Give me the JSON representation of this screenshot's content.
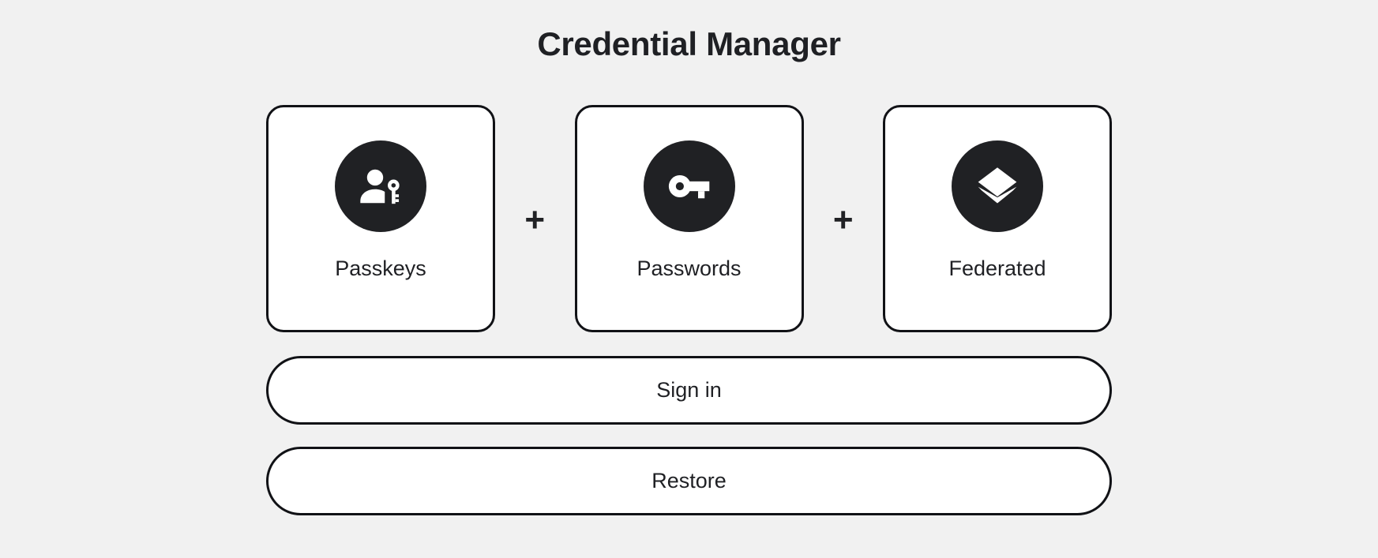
{
  "page": {
    "title": "Credential Manager",
    "background_color": "#f1f1f1",
    "ink_color": "#1f2024",
    "card_fill": "#ffffff",
    "icon_circle_color": "#202124"
  },
  "credential_types": [
    {
      "label": "Passkeys",
      "icon": "person-key-icon"
    },
    {
      "label": "Passwords",
      "icon": "vpn-key-icon"
    },
    {
      "label": "Federated",
      "icon": "layers-icon"
    }
  ],
  "separators": [
    {
      "symbol": "+",
      "name": "plus-separator-1"
    },
    {
      "symbol": "+",
      "name": "plus-separator-2"
    }
  ],
  "actions": {
    "sign_in_label": "Sign in",
    "restore_label": "Restore"
  }
}
